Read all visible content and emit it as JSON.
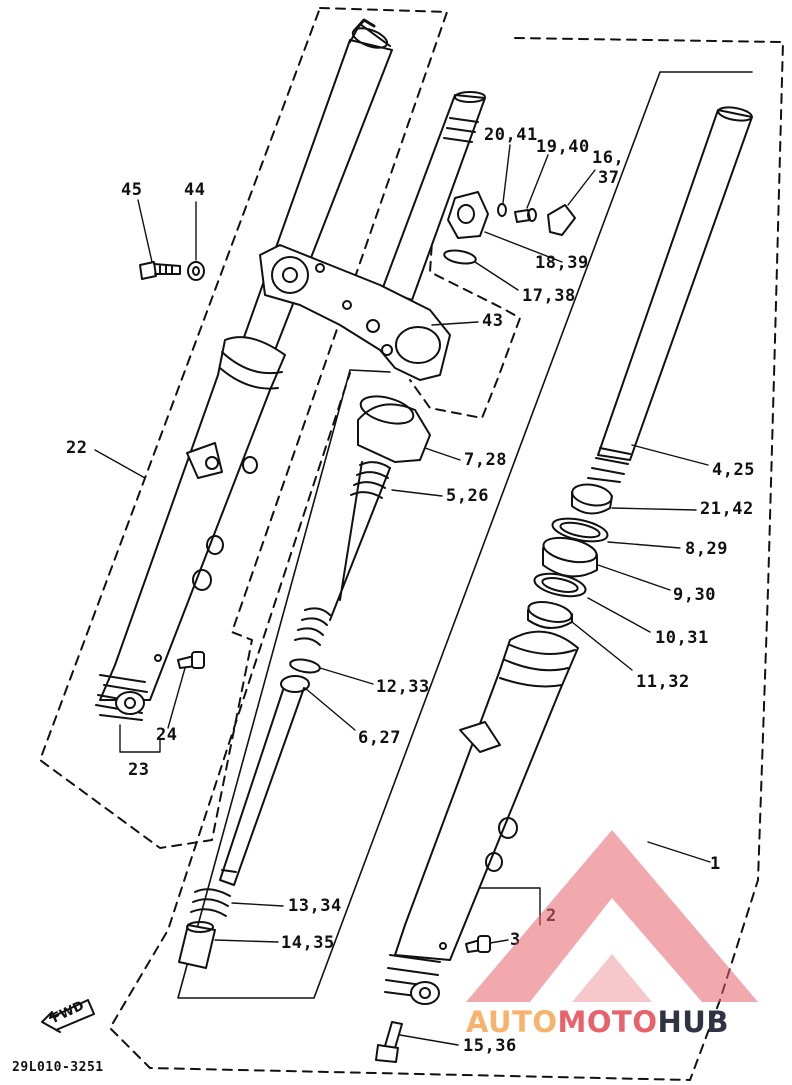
{
  "labels": {
    "p45": "45",
    "p44": "44",
    "p22": "22",
    "p24": "24",
    "p23": "23",
    "p20_41": "20,41",
    "p19_40": "19,40",
    "p16_37a": "16,",
    "p16_37b": "37",
    "p18_39": "18,39",
    "p17_38": "17,38",
    "p43": "43",
    "p7_28": "7,28",
    "p5_26": "5,26",
    "p12_33": "12,33",
    "p6_27": "6,27",
    "p13_34": "13,34",
    "p14_35": "14,35",
    "p4_25": "4,25",
    "p21_42": "21,42",
    "p8_29": "8,29",
    "p9_30": "9,30",
    "p10_31": "10,31",
    "p11_32": "11,32",
    "p1": "1",
    "p2": "2",
    "p3": "3",
    "p15_36": "15,36"
  },
  "fwd_label": "FWD",
  "diagram_code": "29L010-3251",
  "watermark": {
    "part_a": "AUTO",
    "part_b": "MOTO",
    "part_c": "HUB",
    "color_a": "#f7b36b",
    "color_b": "#e7626a",
    "color_c": "#2f3344"
  }
}
